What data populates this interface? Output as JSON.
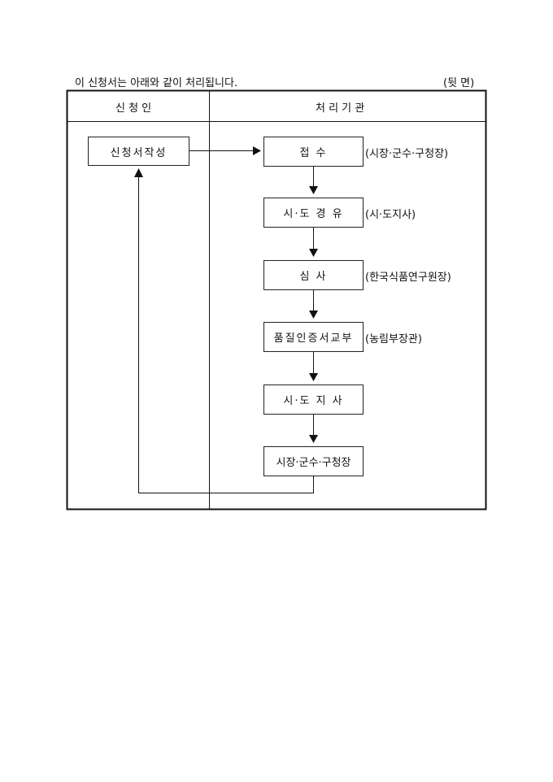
{
  "intro": "이 신청서는 아래와 같이 처리됩니다.",
  "page_side": "(뒷 면)",
  "headers": {
    "applicant": "신 청 인",
    "agency": "처 리 기 관"
  },
  "applicant_step": "신청서작성",
  "steps": [
    {
      "label": "접 수",
      "agency": "(시장·군수·구청장)"
    },
    {
      "label": "시·도 경 유",
      "agency": "(시·도지사)"
    },
    {
      "label": "심 사",
      "agency": "(한국식품연구원장)"
    },
    {
      "label": "품질인증서교부",
      "agency": "(농림부장관)"
    },
    {
      "label": "시·도 지 사",
      "agency": ""
    },
    {
      "label": "시장·군수·구청장",
      "agency": ""
    }
  ]
}
